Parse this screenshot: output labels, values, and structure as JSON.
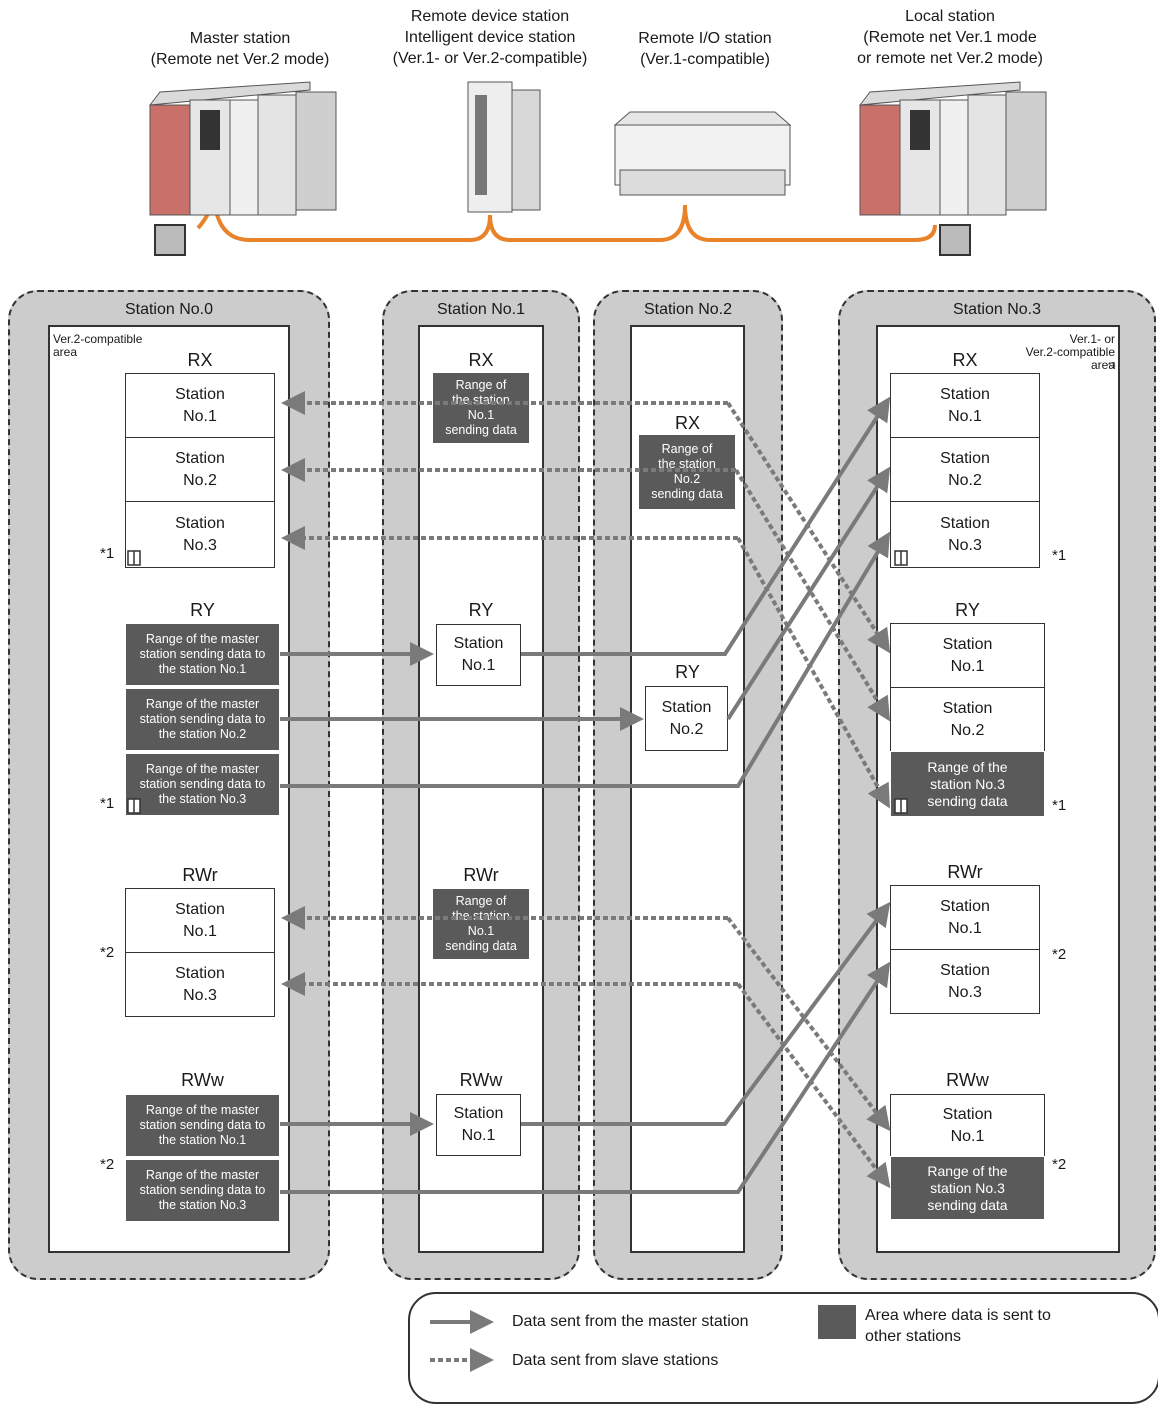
{
  "stations_header": {
    "master": "Master station\n(Remote net Ver.2 mode)",
    "remote_device": "Remote device station\nIntelligent device station\n(Ver.1- or Ver.2-compatible)",
    "remote_io": "Remote I/O station\n(Ver.1-compatible)",
    "local": "Local station\n(Remote net Ver.1 mode\nor remote net Ver.2 mode)"
  },
  "columns": {
    "st0": {
      "title": "Station No.0",
      "area_label": "Ver.2-compatible\narea",
      "rx": "RX",
      "rx_items": [
        "Station\nNo.1",
        "Station\nNo.2",
        "Station\nNo.3"
      ],
      "ry": "RY",
      "ry_items": [
        "Range of the master\nstation sending data to\nthe station No.1",
        "Range of the master\nstation sending data to\nthe station No.2",
        "Range of the master\nstation sending data to\nthe station No.3"
      ],
      "rwr": "RWr",
      "rwr_items": [
        "Station\nNo.1",
        "Station\nNo.3"
      ],
      "rww": "RWw",
      "rww_items": [
        "Range of the master\nstation sending data to\nthe station No.1",
        "Range of the master\nstation sending data to\nthe station No.3"
      ]
    },
    "st1": {
      "title": "Station No.1",
      "rx": "RX",
      "rx_range": "Range of\nthe station\nNo.1\nsending data",
      "ry": "RY",
      "ry_box": "Station\nNo.1",
      "rwr": "RWr",
      "rwr_range": "Range of\nthe station\nNo.1\nsending data",
      "rww": "RWw",
      "rww_box": "Station\nNo.1"
    },
    "st2": {
      "title": "Station No.2",
      "rx": "RX",
      "rx_range": "Range of\nthe station\nNo.2\nsending data",
      "ry": "RY",
      "ry_box": "Station\nNo.2"
    },
    "st3": {
      "title": "Station No.3",
      "area_label": "Ver.1- or\nVer.2-compatible\narea",
      "area_sup": "*3",
      "rx": "RX",
      "rx_items": [
        "Station\nNo.1",
        "Station\nNo.2",
        "Station\nNo.3"
      ],
      "ry": "RY",
      "ry_items": [
        "Station\nNo.1",
        "Station\nNo.2"
      ],
      "ry_range": "Range of the\nstation No.3\nsending data",
      "rwr": "RWr",
      "rwr_items": [
        "Station\nNo.1",
        "Station\nNo.3"
      ],
      "rww": "RWw",
      "rww_items": [
        "Station\nNo.1"
      ],
      "rww_range": "Range of the\nstation No.3\nsending data"
    }
  },
  "notes": {
    "n1": "*1",
    "n2": "*2"
  },
  "legend": {
    "master_sent": "Data sent from the master station",
    "slave_sent": "Data sent from slave stations",
    "area": "Area where data is sent to\nother stations"
  },
  "colors": {
    "cable": "#e8832a",
    "column_bg": "#cccccc",
    "data_box": "#5a5a5a",
    "arrow": "#7a7a7a"
  }
}
